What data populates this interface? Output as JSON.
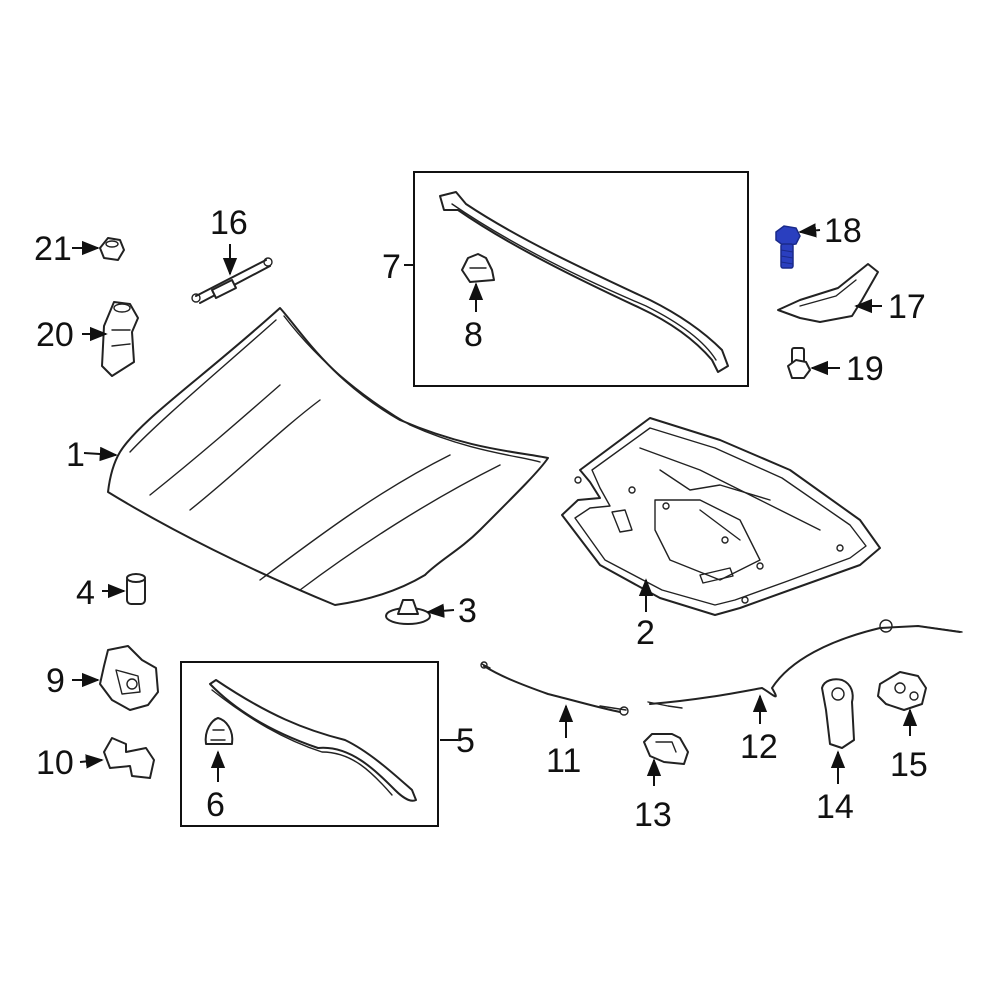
{
  "diagram": {
    "highlight_color": "#2a3fbf",
    "line_color": "#222222",
    "highlighted_part": "18",
    "callouts": [
      "1",
      "2",
      "3",
      "4",
      "5",
      "6",
      "7",
      "8",
      "9",
      "10",
      "11",
      "12",
      "13",
      "14",
      "15",
      "16",
      "17",
      "18",
      "19",
      "20",
      "21"
    ]
  }
}
